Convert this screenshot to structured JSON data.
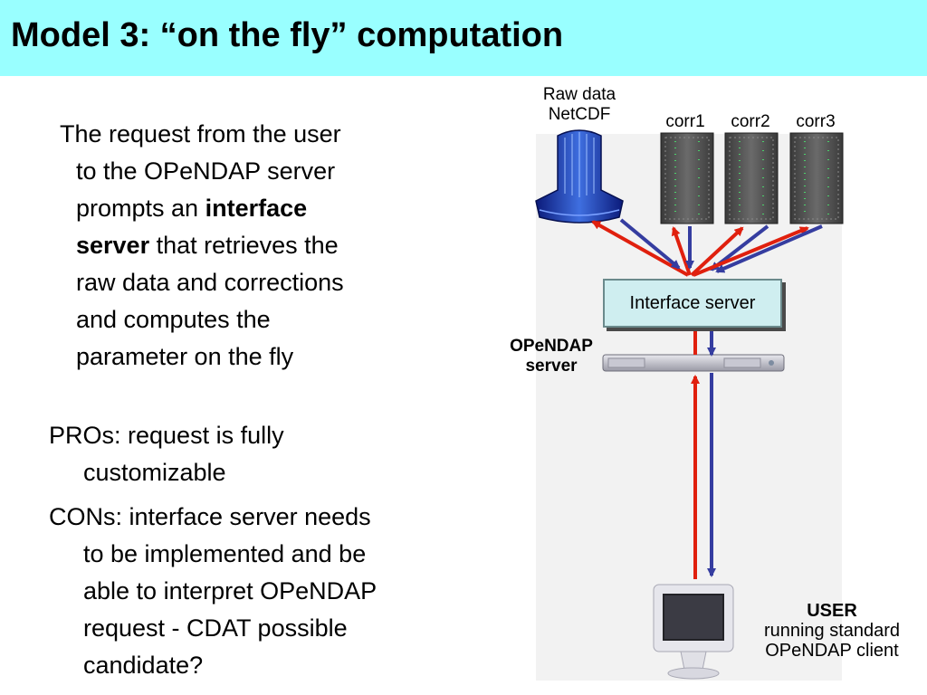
{
  "title": "Model 3: “on the fly” computation",
  "description": {
    "line1": "The request from the user",
    "line2": "to the OPeNDAP server",
    "line3_plain": "prompts an ",
    "line3_bold": "interface",
    "line4_bold": "server",
    "line4_plain": " that retrieves the",
    "line5": "raw data and corrections",
    "line6": "and computes the",
    "line7": "parameter on the fly"
  },
  "pros": {
    "line1": "PROs: request is fully",
    "line2": "customizable"
  },
  "cons": {
    "line1": "CONs: interface server needs",
    "line2": "to be implemented and be",
    "line3": "able to interpret OPeNDAP",
    "line4": "request - CDAT possible",
    "line5": "candidate?"
  },
  "diagram": {
    "raw_data_line1": "Raw data",
    "raw_data_line2": "NetCDF",
    "corr1": "corr1",
    "corr2": "corr2",
    "corr3": "corr3",
    "interface_server": "Interface server",
    "opendap_line1": "OPeNDAP",
    "opendap_line2": "server",
    "user_title": "USER",
    "user_line1": "running standard",
    "user_line2": "OPeNDAP client",
    "colors": {
      "request_arrow": "#e0200e",
      "response_arrow": "#353da0",
      "interface_box": "#cfeef0",
      "title_bar": "#99ffff"
    },
    "icons": [
      "supercomputer-icon",
      "server-rack-icon",
      "rack-server-icon",
      "imac-monitor-icon"
    ]
  }
}
